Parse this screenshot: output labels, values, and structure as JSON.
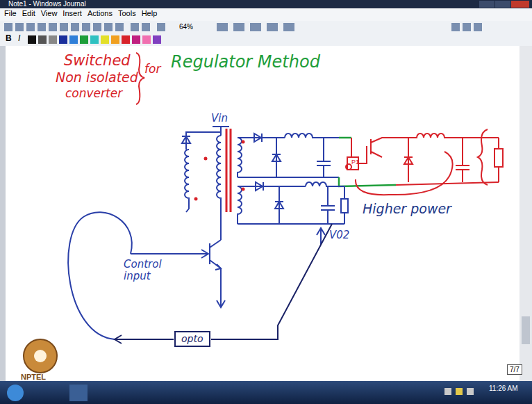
{
  "diagram": {
    "nodes": [
      {
        "text": [
          "opto"
        ]
      },
      {
        "text": [
          "7/7"
        ]
      }
    ],
    "labels": [
      "Note1 - Windows Journal",
      "File",
      "Edit",
      "View",
      "Insert",
      "Actions",
      "Tools",
      "Help",
      "64%",
      "B",
      "I",
      "Switched",
      "Non isolated",
      "converter",
      "for",
      "Regulator Method",
      "Vin",
      "Control input",
      "V02",
      "Higher power",
      "P1",
      "11:26 AM",
      "NPTEL"
    ]
  }
}
